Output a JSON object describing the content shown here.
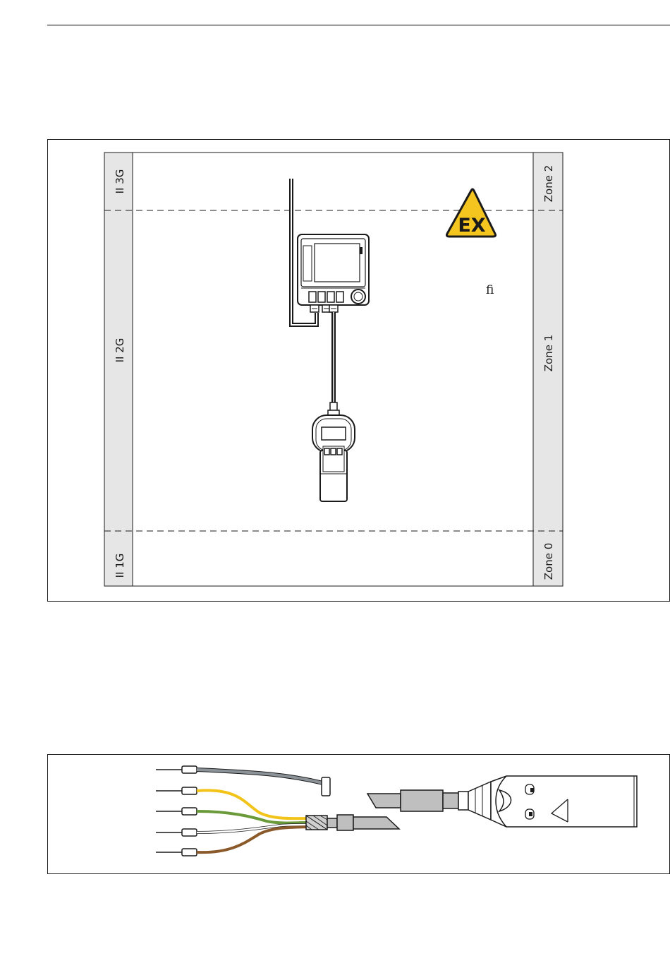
{
  "figure1": {
    "left_labels": [
      "II 3G",
      "II 2G",
      "II 1G"
    ],
    "right_labels": [
      "Zone 2",
      "Zone 1",
      "Zone 0"
    ],
    "ex_sign": "EX",
    "stray_glyph": "ﬁ",
    "colors": {
      "band": "#e6e6e6",
      "ex_yellow": "#f5c51f"
    }
  },
  "figure2": {
    "wire_colors": {
      "gray": "#8c9398",
      "yellow": "#f2c41a",
      "green": "#6a9a3a",
      "white": "#ffffff",
      "brown": "#8b5a2b"
    },
    "cable_color": "#bfbfbf"
  }
}
